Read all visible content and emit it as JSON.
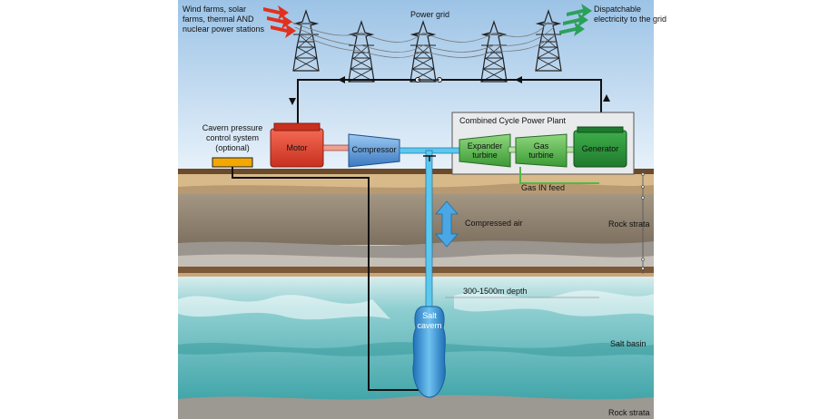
{
  "labels": {
    "sources": "Wind farms, solar\nfarms, thermal AND\nnuclear power stations",
    "power_grid": "Power grid",
    "dispatchable": "Dispatchable\nelectricity to the grid",
    "cavern_control": "Cavern pressure\ncontrol system\n(optional)",
    "ccpp": "Combined Cycle Power Plant",
    "gas_feed": "Gas IN feed",
    "compressed_air": "Compressed air",
    "rock_strata_upper": "Rock strata",
    "depth": "300-1500m depth",
    "salt_cavern": "Salt\ncavern",
    "salt_basin": "Salt basin",
    "rock_strata_lower": "Rock strata"
  },
  "components": {
    "motor": "Motor",
    "compressor": "Compressor",
    "expander": "Expander\nturbine",
    "gas_turbine": "Gas\nturbine",
    "generator": "Generator"
  },
  "colors": {
    "sky_top": "#9cc3e6",
    "ground_surface": "#6b4a2c",
    "rock_dark": "#8d7f6c",
    "salt": "#dfeef0",
    "salt_basin": "#5fb7ba",
    "cavern": "#2e8fd0",
    "input_arrows": "#e0301e",
    "output_arrows": "#2ca05a",
    "motor": "#e0402e",
    "compressor": "#4f92d4",
    "turbines": "#52b848",
    "control_box": "#f3a700"
  }
}
